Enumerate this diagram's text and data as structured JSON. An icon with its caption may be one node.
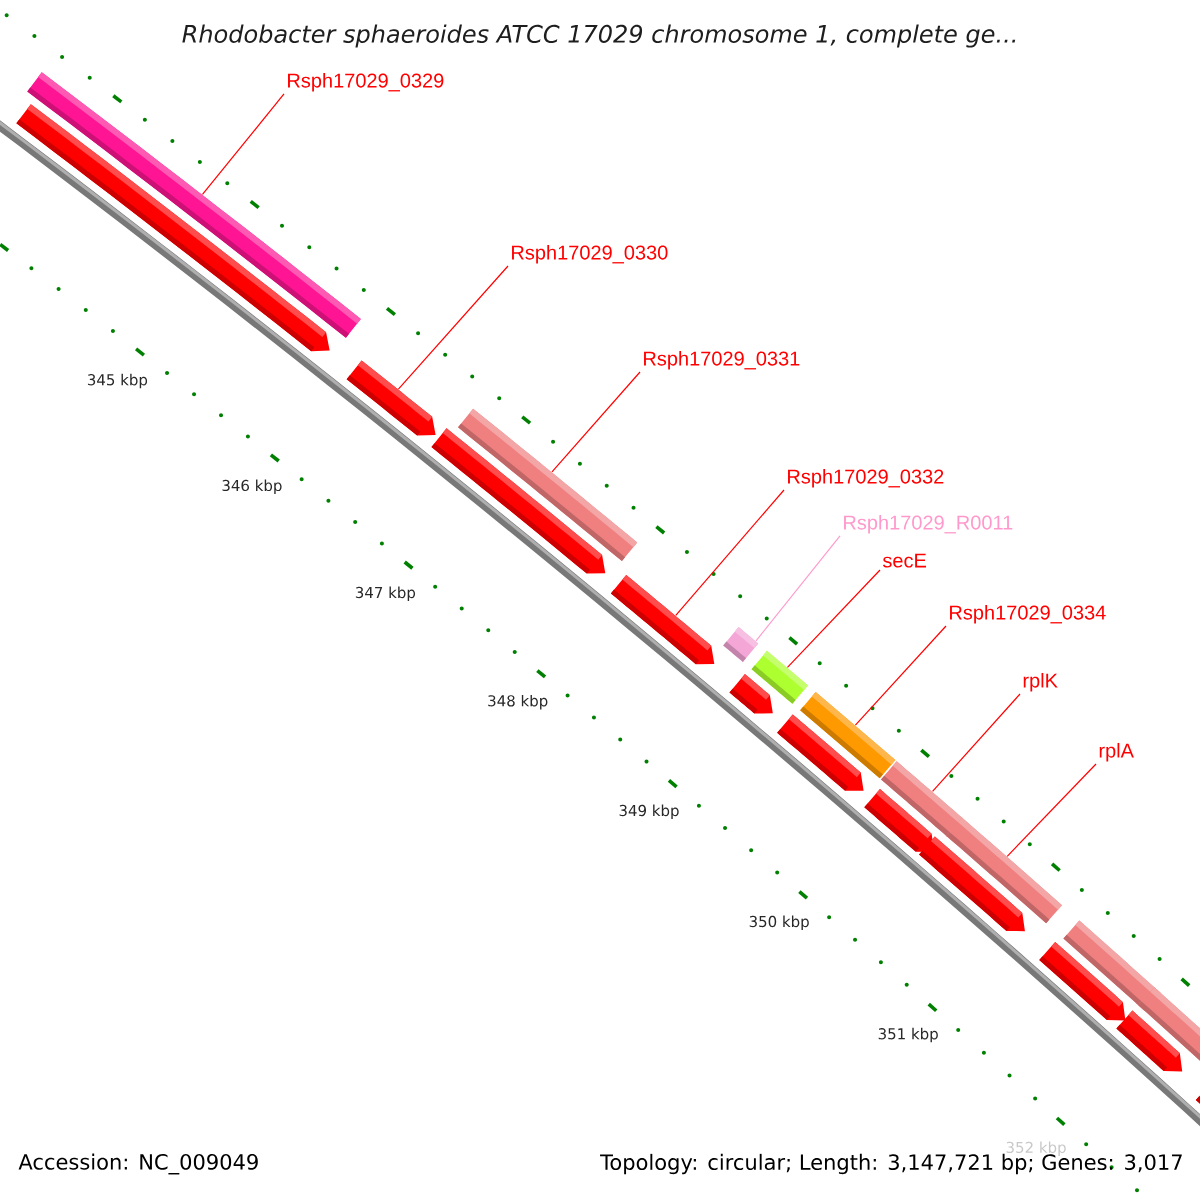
{
  "diagram": {
    "title": "Rhodobacter sphaeroides ATCC 17029 chromosome 1, complete ge...",
    "nodes": [
      {
        "text": [
          "Rsph17029_0329"
        ]
      },
      {
        "text": [
          "Rsph17029_0330"
        ]
      },
      {
        "text": [
          "Rsph17029_0331"
        ]
      },
      {
        "text": [
          "Rsph17029_0332"
        ]
      },
      {
        "text": [
          "Rsph17029_R0011"
        ]
      },
      {
        "text": [
          "secE"
        ]
      },
      {
        "text": [
          "Rsph17029_0334"
        ]
      },
      {
        "text": [
          "rplK"
        ]
      },
      {
        "text": [
          "rplA"
        ]
      },
      {
        "text": [],
        "shape": "bar"
      },
      {
        "text": [],
        "shape": "bar"
      },
      {
        "text": [],
        "shape": "bar"
      },
      {
        "text": [],
        "shape": "bar"
      },
      {
        "text": [],
        "shape": "bar"
      },
      {
        "text": [],
        "shape": "bar"
      },
      {
        "text": [],
        "shape": "bar"
      },
      {
        "text": [],
        "shape": "bar"
      },
      {
        "text": [],
        "shape": "bar"
      },
      {
        "text": [],
        "shape": "bar"
      },
      {
        "text": [],
        "shape": "bar"
      },
      {
        "text": [],
        "shape": "bar"
      },
      {
        "text": [],
        "shape": "bar"
      },
      {
        "text": [],
        "shape": "bar"
      },
      {
        "text": [],
        "shape": "bar"
      },
      {
        "text": [],
        "shape": "bar"
      },
      {
        "text": [],
        "shape": "bar"
      },
      {
        "text": [],
        "shape": "bar"
      },
      {
        "text": [],
        "shape": "bar"
      },
      {
        "text": [],
        "shape": "bar"
      }
    ],
    "edges": [
      {
        "from": 0,
        "to": 10,
        "arrow": "none"
      },
      {
        "from": 1,
        "to": 11,
        "arrow": "none"
      },
      {
        "from": 2,
        "to": 13,
        "arrow": "none"
      },
      {
        "from": 3,
        "to": 14,
        "arrow": "none"
      },
      {
        "from": 4,
        "to": 15,
        "arrow": "none",
        "color": "#ff99cc"
      },
      {
        "from": 5,
        "to": 17,
        "arrow": "none"
      },
      {
        "from": 6,
        "to": 19,
        "arrow": "none"
      },
      {
        "from": 7,
        "to": 21,
        "arrow": "none"
      },
      {
        "from": 8,
        "to": 23,
        "arrow": "none"
      }
    ],
    "labels": [
      "345 kbp",
      "346 kbp",
      "347 kbp",
      "348 kbp",
      "349 kbp",
      "350 kbp",
      "351 kbp",
      "352 kbp",
      "Accession: NC_009049",
      "Topology: circular; Length: 3,147,721 bp; Genes: 3,017"
    ]
  }
}
